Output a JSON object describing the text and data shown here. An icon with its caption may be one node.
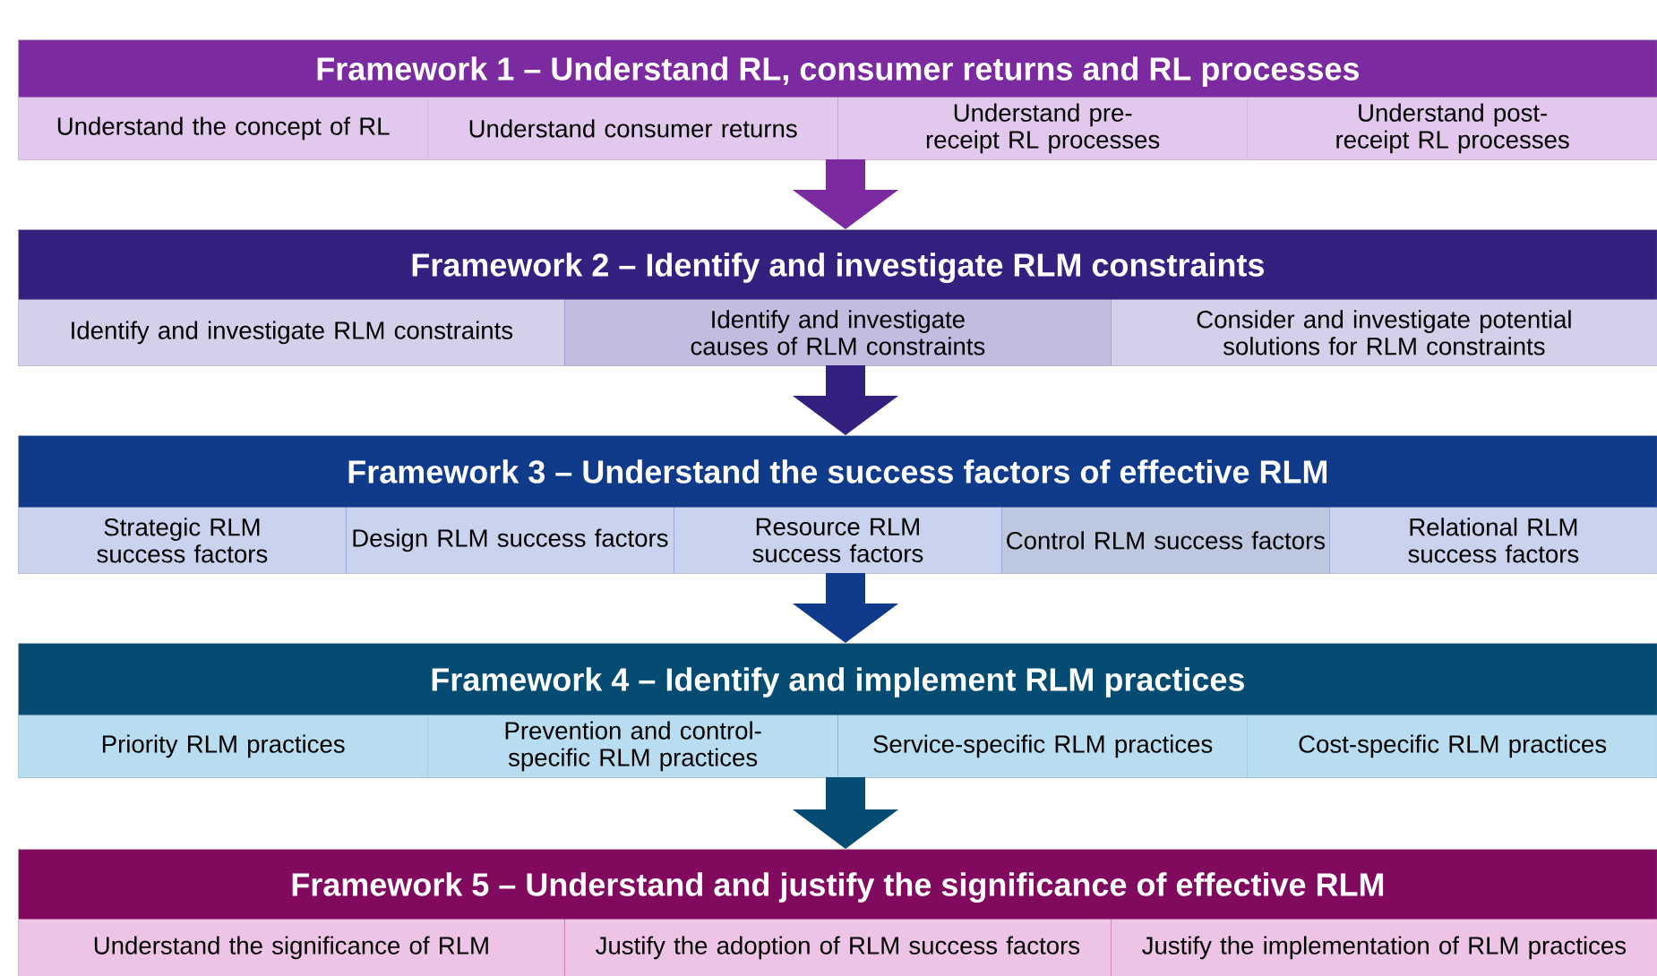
{
  "diagram": {
    "nodes": [
      {
        "text": [
          "Framework 1 – Understand RL, consumer returns and RL processes"
        ]
      },
      {
        "text": [
          "Understand the concept of RL"
        ],
        "in": 0
      },
      {
        "text": [
          "Understand consumer returns"
        ],
        "in": 0
      },
      {
        "text": [
          "Understand pre-receipt RL processes"
        ],
        "in": 0
      },
      {
        "text": [
          "Understand post-receipt RL processes"
        ],
        "in": 0
      },
      {
        "text": [
          "Framework 2 – Identify and investigate RLM constraints"
        ]
      },
      {
        "text": [
          "Identify and investigate RLM constraints"
        ],
        "in": 5
      },
      {
        "text": [
          "Identify and investigate causes of RLM constraints"
        ],
        "in": 5
      },
      {
        "text": [
          "Consider and investigate potential solutions for RLM constraints"
        ],
        "in": 5
      },
      {
        "text": [
          "Framework 3 – Understand the success factors of effective RLM"
        ]
      },
      {
        "text": [
          "Strategic RLM success factors"
        ],
        "in": 9
      },
      {
        "text": [
          "Design RLM success factors"
        ],
        "in": 9
      },
      {
        "text": [
          "Resource RLM success factors"
        ],
        "in": 9
      },
      {
        "text": [
          "Control RLM success factors"
        ],
        "in": 9
      },
      {
        "text": [
          "Relational RLM success factors"
        ],
        "in": 9
      },
      {
        "text": [
          "Framework 4 – Identify and implement RLM practices"
        ]
      },
      {
        "text": [
          "Priority RLM practices"
        ],
        "in": 15
      },
      {
        "text": [
          "Prevention and control-specific RLM practices"
        ],
        "in": 15
      },
      {
        "text": [
          "Service-specific RLM practices"
        ],
        "in": 15
      },
      {
        "text": [
          "Cost-specific RLM practices"
        ],
        "in": 15
      },
      {
        "text": [
          "Framework 5 – Understand and justify the significance of effective RLM"
        ]
      },
      {
        "text": [
          "Understand the significance of RLM"
        ],
        "in": 20
      },
      {
        "text": [
          "Justify the adoption of RLM success factors"
        ],
        "in": 20
      },
      {
        "text": [
          "Justify the implementation of RLM practices"
        ],
        "in": 20
      }
    ],
    "edges": [
      {
        "from": 0,
        "to": 5,
        "arrow": "to",
        "color": "#7b2aa0"
      },
      {
        "from": 5,
        "to": 9,
        "arrow": "to",
        "color": "#34217f"
      },
      {
        "from": 9,
        "to": 15,
        "arrow": "to",
        "color": "#103a8a"
      },
      {
        "from": 15,
        "to": 20,
        "arrow": "to",
        "color": "#064b72"
      }
    ]
  }
}
